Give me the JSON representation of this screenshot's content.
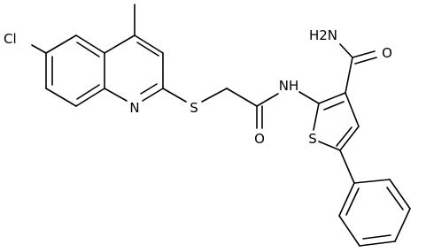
{
  "molecule": {
    "atom_labels": {
      "chlorine": "Cl",
      "ring_nitrogen": "N",
      "thioether_sulfur": "S",
      "amide_nitrogen": "NH",
      "amide_oxygen": "O",
      "thiophene_sulfur": "S",
      "carboxamide_nitrogen": "H2N",
      "carboxamide_oxygen": "O"
    }
  }
}
